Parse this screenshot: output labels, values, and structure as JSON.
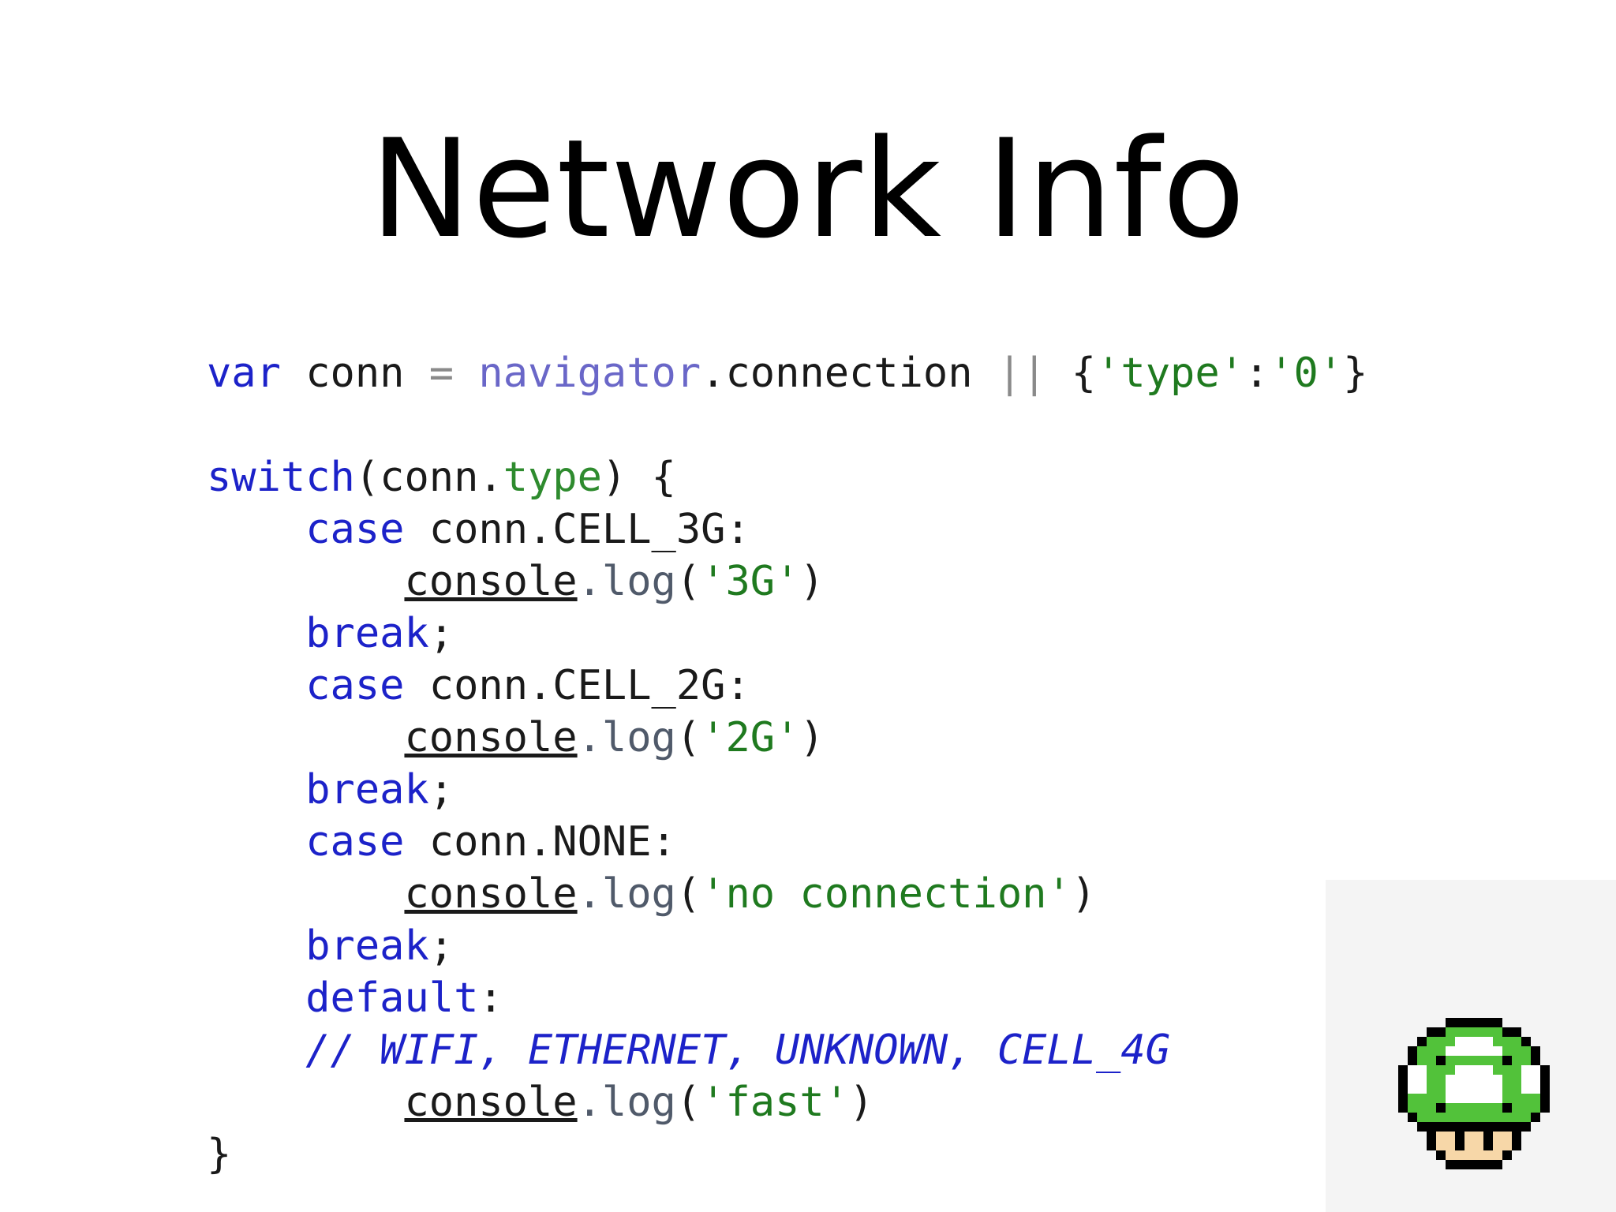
{
  "slide": {
    "title": "Network Info"
  },
  "code": {
    "l1": {
      "var_kw": "var",
      "conn": " conn ",
      "eq": "=",
      "navigator": " navigator",
      "connection": ".connection ",
      "or": "||",
      "obj_open": " {",
      "type_str": "'type'",
      "colon": ":",
      "zero_str": "'0'",
      "obj_close": "}"
    },
    "l3": {
      "switch_kw": "switch",
      "open": "(conn.",
      "type_prop": "type",
      "close": ") {"
    },
    "l4": {
      "indent": "    ",
      "case_kw": "case",
      "expr": " conn.CELL_3G:"
    },
    "l5": {
      "indent": "        ",
      "console": "console",
      "log": ".log",
      "open": "(",
      "str": "'3G'",
      "close": ")"
    },
    "l6": {
      "indent": "    ",
      "break_kw": "break",
      "semi": ";"
    },
    "l7": {
      "indent": "    ",
      "case_kw": "case",
      "expr": " conn.CELL_2G:"
    },
    "l8": {
      "indent": "        ",
      "console": "console",
      "log": ".log",
      "open": "(",
      "str": "'2G'",
      "close": ")"
    },
    "l9": {
      "indent": "    ",
      "break_kw": "break",
      "semi": ";"
    },
    "l10": {
      "indent": "    ",
      "case_kw": "case",
      "expr": " conn.NONE:"
    },
    "l11": {
      "indent": "        ",
      "console": "console",
      "log": ".log",
      "open": "(",
      "str": "'no connection'",
      "close": ")"
    },
    "l12": {
      "indent": "    ",
      "break_kw": "break",
      "semi": ";"
    },
    "l13": {
      "indent": "    ",
      "default_kw": "default",
      "colon": ":"
    },
    "l14": {
      "indent": "    ",
      "comment": "// WIFI, ETHERNET, UNKNOWN, CELL_4G"
    },
    "l15": {
      "indent": "        ",
      "console": "console",
      "log": ".log",
      "open": "(",
      "str": "'fast'",
      "close": ")"
    },
    "l16": {
      "brace": "}"
    }
  },
  "colors": {
    "keyword": "#1c22c9",
    "object": "#6a67c8",
    "string": "#1f7a1f",
    "comment": "#1c22c9",
    "mushroom_green": "#52c23a"
  },
  "icons": {
    "mushroom": "one-up-mushroom-icon"
  }
}
